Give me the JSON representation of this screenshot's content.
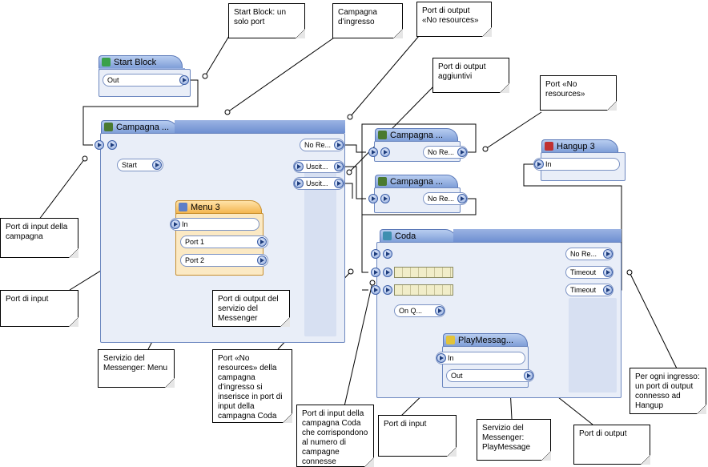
{
  "blocks": {
    "start": {
      "title": "Start Block",
      "out": "Out"
    },
    "campagna_main": {
      "title": "Campagna ...",
      "no_re": "No Re...",
      "start": "Start",
      "uscit1": "Uscit...",
      "uscit2": "Uscit..."
    },
    "menu3": {
      "title": "Menu 3",
      "in": "In",
      "port1": "Port 1",
      "port2": "Port 2"
    },
    "campagna_a": {
      "title": "Campagna ...",
      "no_re": "No Re..."
    },
    "campagna_b": {
      "title": "Campagna ...",
      "no_re": "No Re..."
    },
    "hangup3": {
      "title": "Hangup 3",
      "in": "In"
    },
    "coda": {
      "title": "Coda",
      "no_re": "No Re...",
      "timeout1": "Timeout",
      "timeout2": "Timeout",
      "onq": "On Q..."
    },
    "playmessage": {
      "title": "PlayMessag...",
      "in": "In",
      "out": "Out"
    }
  },
  "callouts": {
    "start_block": "Start Block: un solo port",
    "campagna_ingresso": "Campagna d’ingresso",
    "port_output_no_resources_top": "Port di output «No resources»",
    "port_output_aggiuntivi": "Port di output aggiuntivi",
    "port_no_resources_right": "Port «No resources»",
    "port_input_campagna": "Port di input della campagna",
    "port_input_left": "Port di input",
    "port_output_servizio": "Port di output del servizio del Messenger",
    "servizio_menu": "Servizio del Messenger: Menu",
    "port_no_resources_coda": "Port «No resources» della campagna d’ingresso si inserisce in port di input della campagna Coda",
    "port_input_coda": "Port di input della campagna Coda che corrispondono al numero di campagne connesse",
    "port_input_bottom": "Port di input",
    "servizio_playmessage": "Servizio del Messenger: PlayMessage",
    "port_output_bottom": "Port di output",
    "per_ogni_ingresso": "Per ogni ingresso: un port di output connesso ad Hangup"
  },
  "colors": {
    "block_border": "#6d88c0",
    "tab_blue": "#7b9bd6",
    "tab_orange": "#f3b34a",
    "wire": "#000000",
    "wire_blue": "#1f3fa0"
  }
}
